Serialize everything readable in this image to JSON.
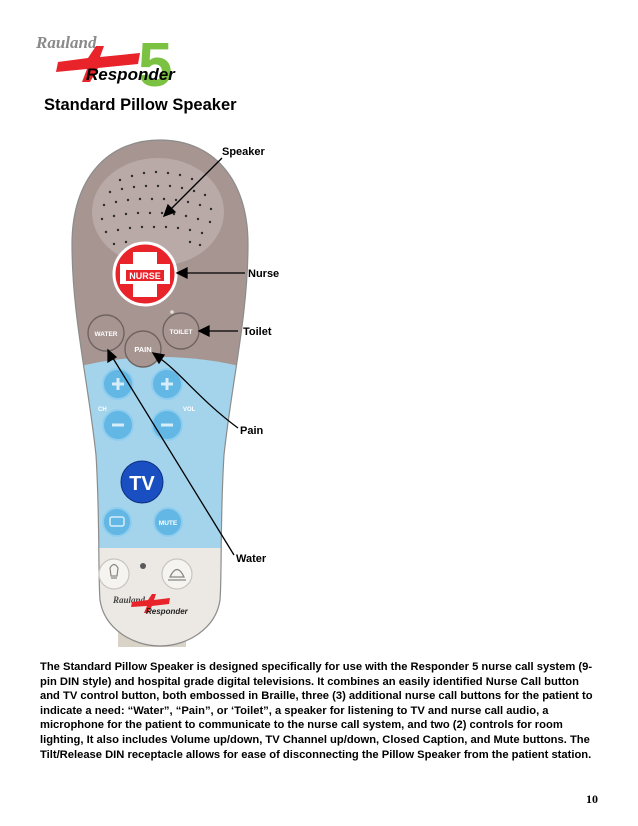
{
  "logo": {
    "brand": "Rauland",
    "product": "Responder",
    "number": "5"
  },
  "page_title": "Standard Pillow Speaker",
  "device": {
    "buttons": {
      "nurse": "NURSE",
      "water": "WATER",
      "toilet": "TOILET",
      "pain": "PAIN",
      "ch": "CH",
      "vol": "VOL",
      "tv": "TV",
      "mute": "MUTE"
    },
    "plus_icon": "plus-icon",
    "minus_icon": "minus-icon",
    "bottom_logo": {
      "brand": "Rauland",
      "product": "Responder"
    },
    "colors": {
      "top": "#a79592",
      "bottom": "#a4d4ec",
      "nurse_red": "#e8232a",
      "tv_blue": "#1a4fc2",
      "brand_green": "#7bc242"
    }
  },
  "callouts": {
    "speaker": "Speaker",
    "nurse": "Nurse",
    "toilet": "Toilet",
    "pain": "Pain",
    "water": "Water"
  },
  "description": "The Standard Pillow Speaker is designed specifically for use with the Responder 5 nurse call system (9-pin DIN style) and hospital grade digital televisions.  It combines an easily identified Nurse Call button and TV control button, both embossed in Braille, three (3) additional nurse call buttons for the patient to indicate a need:  “Water”, “Pain”, or ‘Toilet”, a speaker for listening to TV and nurse call audio,  a microphone for the patient to communicate to the nurse call system, and two (2) controls for room lighting,  It also includes Volume up/down, TV Channel up/down, Closed Caption, and Mute buttons.  The Tilt/Release DIN receptacle allows for ease of disconnecting the Pillow Speaker from the patient station.",
  "page_number": "10"
}
